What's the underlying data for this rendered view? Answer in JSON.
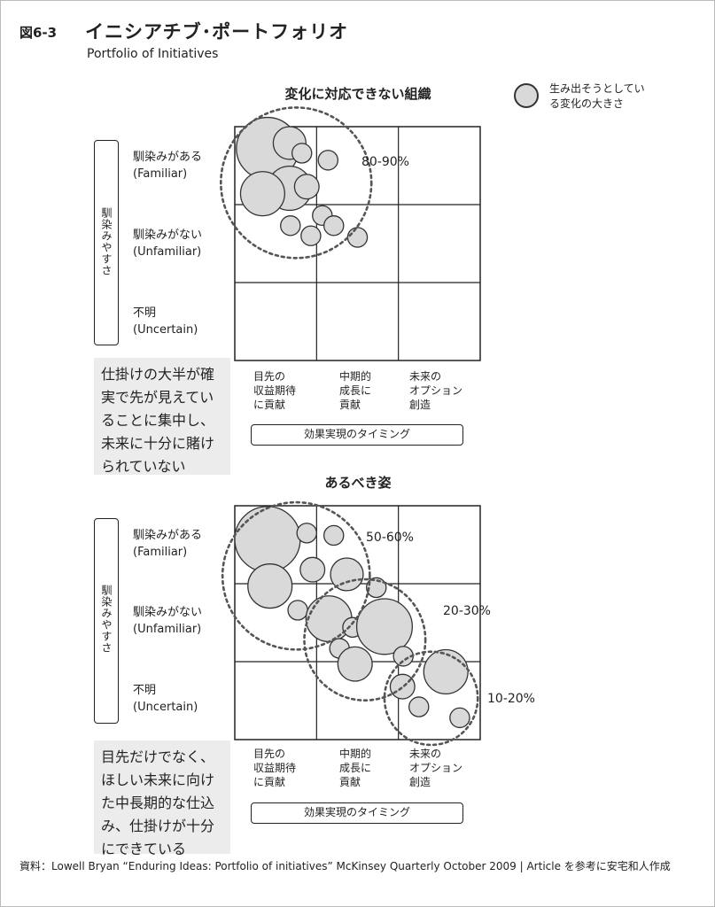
{
  "figure": {
    "number": "図6-3",
    "title": "イニシアチブ･ポートフォリオ",
    "subtitle": "Portfolio of Initiatives"
  },
  "legend": {
    "text": "生み出そうとしている変化の大きさ"
  },
  "axes": {
    "y_title": "馴染みやすさ",
    "y_rows": [
      "馴染みがある\n(Familiar)",
      "馴染みがない\n(Unfamiliar)",
      "不明\n(Uncertain)"
    ],
    "x_cols": [
      "目先の\n収益期待\nに貢献",
      "中期的\n成長に\n貢献",
      "未来の\nオプション\n創造"
    ],
    "x_title": "効果実現のタイミング"
  },
  "chart_data": [
    {
      "type": "scatter",
      "title": "変化に対応できない組織",
      "xlabel": "効果実現のタイミング",
      "ylabel": "馴染みやすさ",
      "grid": true,
      "note": "仕掛けの大半が確\n実で先が見えてい\nることに集中し、\n未来に十分に賭け\nられていない",
      "bubbles": [
        {
          "x": 0.4,
          "y": 2.72,
          "size": 0.38
        },
        {
          "x": 0.67,
          "y": 2.79,
          "size": 0.2
        },
        {
          "x": 0.82,
          "y": 2.66,
          "size": 0.12
        },
        {
          "x": 1.14,
          "y": 2.57,
          "size": 0.12
        },
        {
          "x": 0.67,
          "y": 2.21,
          "size": 0.27
        },
        {
          "x": 0.88,
          "y": 2.23,
          "size": 0.15
        },
        {
          "x": 0.34,
          "y": 2.14,
          "size": 0.27
        },
        {
          "x": 1.07,
          "y": 1.86,
          "size": 0.12
        },
        {
          "x": 0.68,
          "y": 1.73,
          "size": 0.12
        },
        {
          "x": 1.21,
          "y": 1.73,
          "size": 0.12
        },
        {
          "x": 0.93,
          "y": 1.6,
          "size": 0.12
        },
        {
          "x": 1.5,
          "y": 1.58,
          "size": 0.12
        }
      ],
      "clusters": [
        {
          "cx": 0.75,
          "cy": 2.28,
          "r": 0.92,
          "label": "80-90%"
        }
      ]
    },
    {
      "type": "scatter",
      "title": "あるべき姿",
      "xlabel": "効果実現のタイミング",
      "ylabel": "馴染みやすさ",
      "grid": true,
      "note": "目先だけでなく、\nほしい未来に向け\nた中長期的な仕込\nみ、仕掛けが十分\nにできている",
      "bubbles": [
        {
          "x": 0.4,
          "y": 2.57,
          "size": 0.4
        },
        {
          "x": 0.88,
          "y": 2.65,
          "size": 0.12
        },
        {
          "x": 1.21,
          "y": 2.62,
          "size": 0.12
        },
        {
          "x": 0.95,
          "y": 2.18,
          "size": 0.15
        },
        {
          "x": 1.37,
          "y": 2.12,
          "size": 0.2
        },
        {
          "x": 1.73,
          "y": 1.95,
          "size": 0.12
        },
        {
          "x": 0.43,
          "y": 1.97,
          "size": 0.27
        },
        {
          "x": 0.77,
          "y": 1.66,
          "size": 0.12
        },
        {
          "x": 1.15,
          "y": 1.55,
          "size": 0.28
        },
        {
          "x": 1.44,
          "y": 1.44,
          "size": 0.12
        },
        {
          "x": 1.83,
          "y": 1.45,
          "size": 0.34
        },
        {
          "x": 1.28,
          "y": 1.17,
          "size": 0.12
        },
        {
          "x": 1.47,
          "y": 0.97,
          "size": 0.21
        },
        {
          "x": 2.06,
          "y": 1.07,
          "size": 0.12
        },
        {
          "x": 2.58,
          "y": 0.87,
          "size": 0.27
        },
        {
          "x": 2.05,
          "y": 0.68,
          "size": 0.15
        },
        {
          "x": 2.25,
          "y": 0.42,
          "size": 0.12
        },
        {
          "x": 2.75,
          "y": 0.28,
          "size": 0.12
        }
      ],
      "clusters": [
        {
          "cx": 0.75,
          "cy": 2.1,
          "r": 0.9,
          "label": "50-60%"
        },
        {
          "cx": 1.59,
          "cy": 1.28,
          "r": 0.74,
          "label": "20-30%"
        },
        {
          "cx": 2.4,
          "cy": 0.53,
          "r": 0.57,
          "label": "10-20%"
        }
      ]
    }
  ],
  "source": "資料：Lowell Bryan “Enduring Ideas: Portfolio of initiatives” McKinsey Quarterly  October 2009 | Article を参考に安宅和人作成",
  "colors": {
    "bubble_fill": "#d9d9d9",
    "stroke": "#333333",
    "cluster": "#555555",
    "note_bg": "#ececec"
  }
}
